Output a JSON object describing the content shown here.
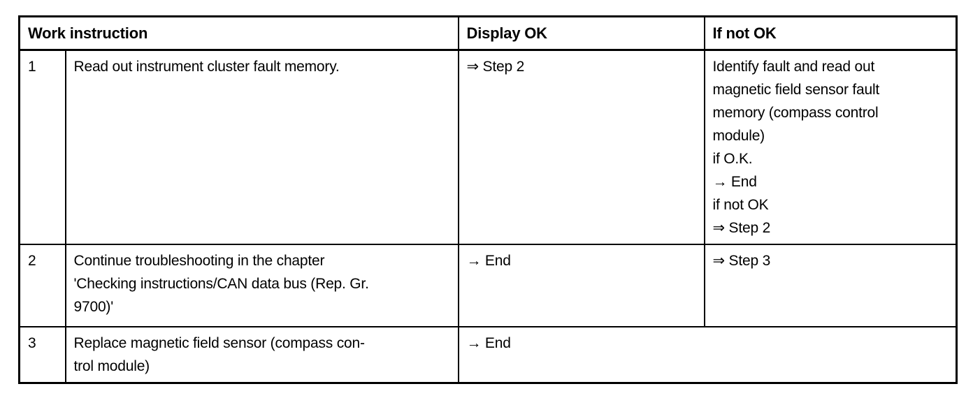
{
  "table": {
    "headers": {
      "work_instruction": "Work instruction",
      "display_ok": "Display OK",
      "if_not_ok": "If not OK"
    },
    "rows": [
      {
        "step": "1",
        "instruction": "Read out instrument cluster fault memory.",
        "display_ok": "⇒ Step 2",
        "if_not_ok": "Identify fault and read out\nmagnetic field sensor fault\nmemory (compass control\nmodule)\nif O.K.\n→ End\nif not OK\n⇒ Step 2"
      },
      {
        "step": "2",
        "instruction": "Continue troubleshooting in the chapter\n'Checking instructions/CAN data bus (Rep. Gr.\n9700)'",
        "display_ok": "→ End",
        "if_not_ok": "⇒ Step 3"
      },
      {
        "step": "3",
        "instruction": "Replace magnetic field sensor (compass con-\ntrol module)",
        "display_ok": "→ End",
        "if_not_ok": ""
      }
    ],
    "symbols": {
      "step_arrow": "⇒",
      "end_arrow": "→"
    }
  }
}
